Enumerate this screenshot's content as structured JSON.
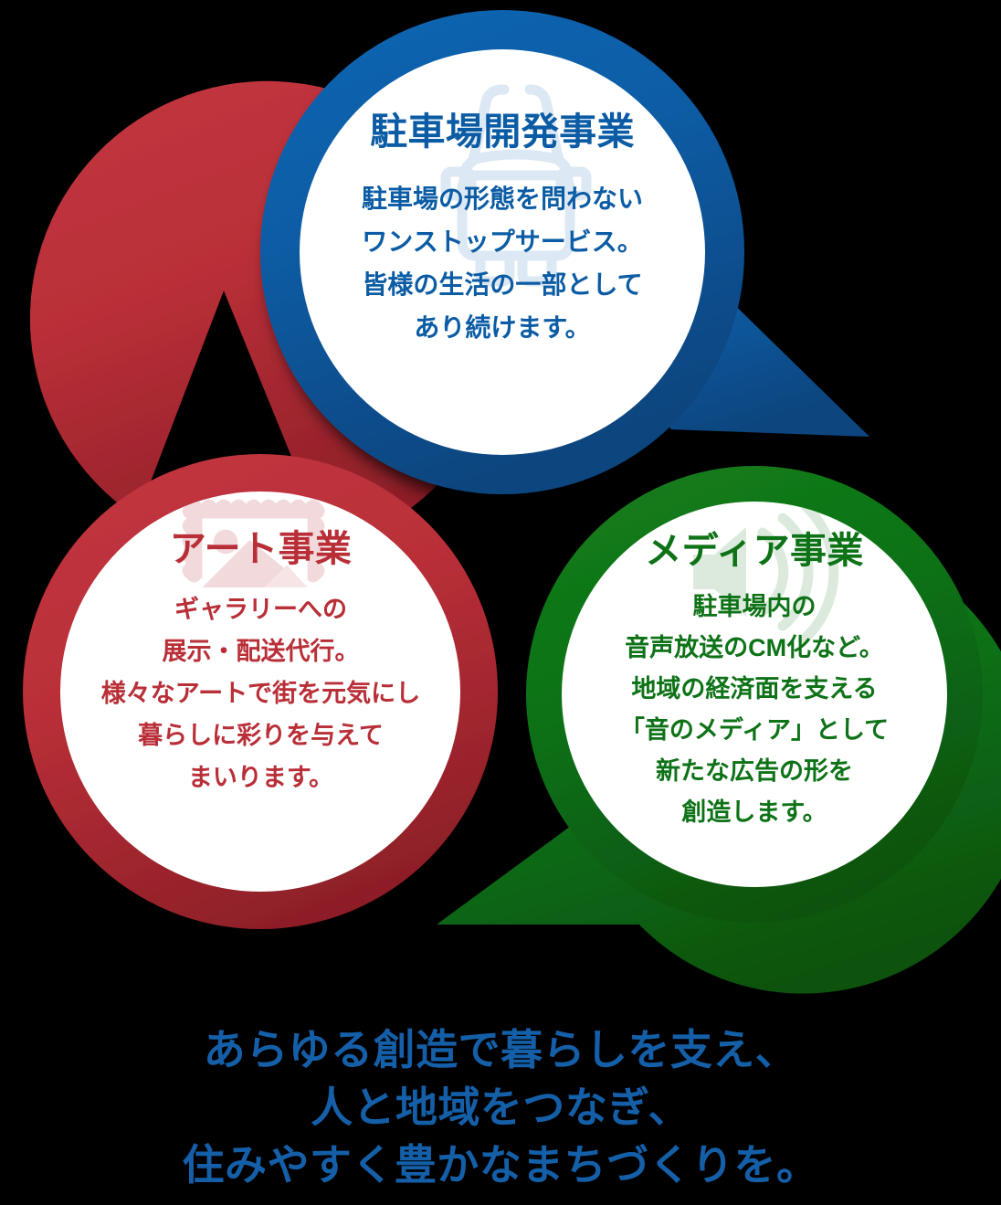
{
  "background_color": "#000000",
  "bubbles": [
    {
      "id": "parking",
      "title": "駐車場開発事業",
      "color": "#0B5CA4",
      "watermark_icon": "car-front-icon",
      "watermark_color": "#DCE8F3",
      "body_lines": [
        "駐車場の形態を問わない",
        "ワンストップサービス。",
        "皆様の生活の一部として",
        "あり続けます。"
      ]
    },
    {
      "id": "art",
      "title": "アート事業",
      "color": "#B92F38",
      "watermark_icon": "picture-frame-icon",
      "watermark_color": "#F4DDDF",
      "body_lines": [
        "ギャラリーへの",
        "展示・配送代行。",
        "様々なアートで街を元気にし",
        "暮らしに彩りを与えて",
        "まいります。"
      ]
    },
    {
      "id": "media",
      "title": "メディア事業",
      "color": "#0E7217",
      "watermark_icon": "speaker-sound-icon",
      "watermark_color": "#DDEBDE",
      "body_lines": [
        "駐車場内の",
        "音声放送のCM化など。",
        "地域の経済面を支える",
        "「音のメディア」として",
        "新たな広告の形を",
        "創造します。"
      ]
    }
  ],
  "tagline": {
    "color": "#145FA8",
    "lines": [
      "あらゆる創造で暮らしを支え、",
      "人と地域をつなぎ、",
      "住みやすく豊かなまちづくりを。"
    ]
  }
}
